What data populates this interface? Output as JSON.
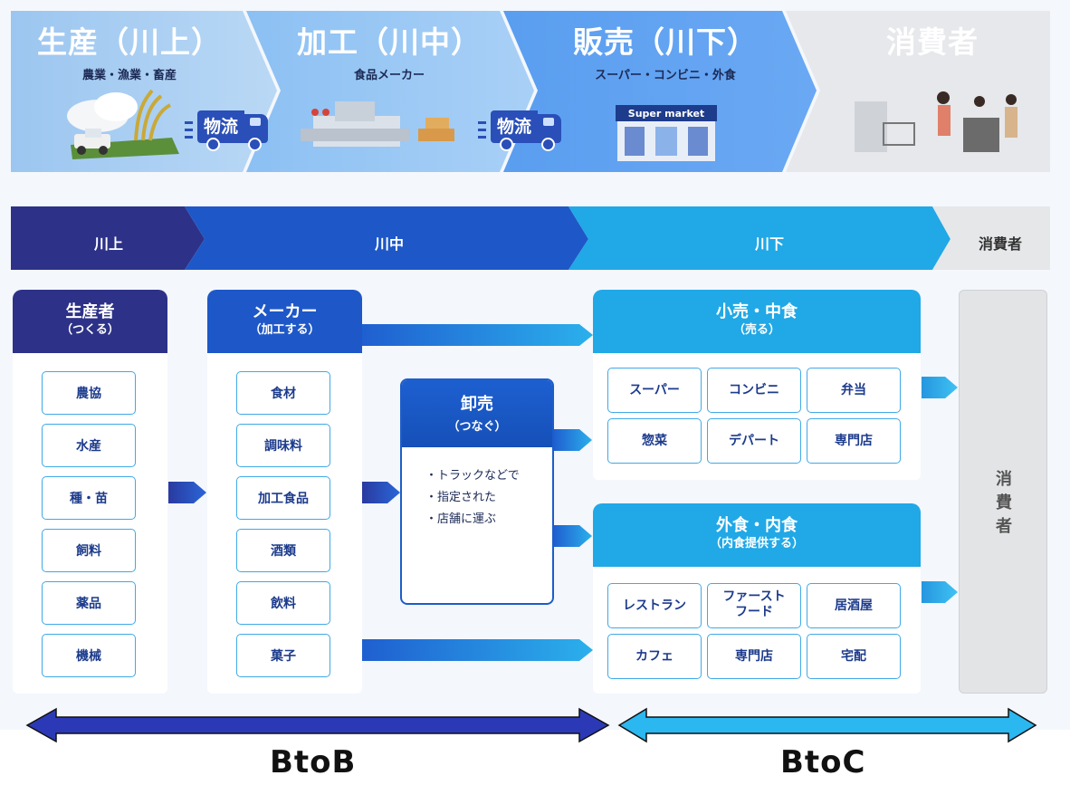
{
  "banner": {
    "stages": [
      {
        "title": "生産（川上）",
        "subtitle": "農業・漁業・畜産"
      },
      {
        "title": "加工（川中）",
        "subtitle": "食品メーカー"
      },
      {
        "title": "販売（川下）",
        "subtitle": "スーパー・コンビニ・外食"
      },
      {
        "title": "消費者",
        "subtitle": ""
      }
    ],
    "logistics_label": "物流",
    "store_sign": "Super market"
  },
  "phases": [
    "川上",
    "川中",
    "川下",
    "消費者"
  ],
  "producers": {
    "title": "生産者",
    "subtitle": "（つくる）",
    "items": [
      "農協",
      "水産",
      "種・苗",
      "飼料",
      "薬品",
      "機械"
    ]
  },
  "makers": {
    "title": "メーカー",
    "subtitle": "（加工する）",
    "items": [
      "食材",
      "調味料",
      "加工食品",
      "酒類",
      "飲料",
      "菓子"
    ]
  },
  "wholesale": {
    "title": "卸売",
    "subtitle": "（つなぐ）",
    "notes": [
      "・トラックなどで",
      "・指定された",
      "・店舗に運ぶ"
    ]
  },
  "retail": {
    "title": "小売・中食",
    "subtitle": "（売る）",
    "items": [
      "スーパー",
      "コンビニ",
      "弁当",
      "惣菜",
      "デパート",
      "専門店"
    ]
  },
  "foodservice": {
    "title": "外食・内食",
    "subtitle": "（内食提供する）",
    "items": [
      "レストラン",
      "ファースト\nフード",
      "居酒屋",
      "カフェ",
      "専門店",
      "宅配"
    ]
  },
  "consumer_box": [
    "消",
    "費",
    "者"
  ],
  "segments": [
    "BtoB",
    "BtoC"
  ],
  "colors": {
    "upstream": "#2d3288",
    "midstream": "#1e58c8",
    "downstream": "#21a8e6",
    "consumer": "#e3e4e6",
    "btob_arrow": "#2c39b6",
    "btoc_arrow": "#2bb7f0"
  }
}
